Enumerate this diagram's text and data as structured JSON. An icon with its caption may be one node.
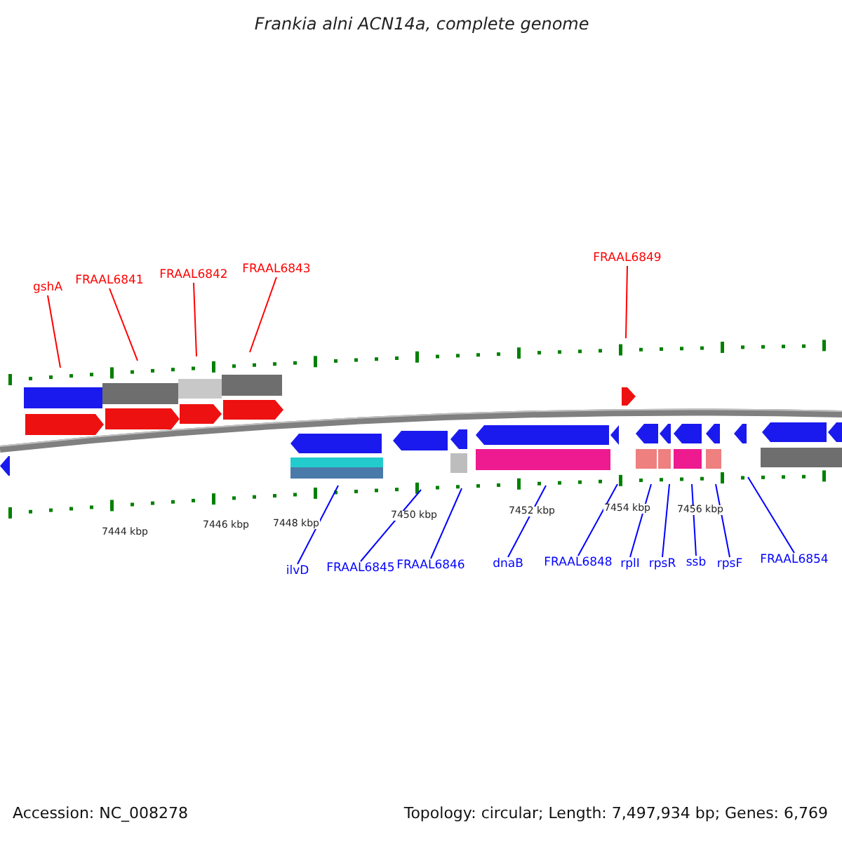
{
  "diagram": {
    "title": "Frankia alni ACN14a, complete genome",
    "nodes": [
      {
        "text": [
          "gshA"
        ]
      },
      {
        "text": [
          "FRAAL6841"
        ]
      },
      {
        "text": [
          "FRAAL6842"
        ]
      },
      {
        "text": [
          "FRAAL6843"
        ]
      },
      {
        "text": [
          "FRAAL6849"
        ]
      },
      {
        "text": [
          "ilvD"
        ]
      },
      {
        "text": [
          "FRAAL6845"
        ]
      },
      {
        "text": [
          "FRAAL6846"
        ]
      },
      {
        "text": [
          "dnaB"
        ]
      },
      {
        "text": [
          "FRAAL6848"
        ]
      },
      {
        "text": [
          "rplI"
        ]
      },
      {
        "text": [
          "rpsR"
        ]
      },
      {
        "text": [
          "ssb"
        ]
      },
      {
        "text": [
          "rpsF"
        ]
      },
      {
        "text": [
          "FRAAL6854"
        ]
      }
    ],
    "edges": [
      {
        "from": 0,
        "to": null,
        "arrow": "none",
        "color": "#ff0000"
      },
      {
        "from": 1,
        "to": null,
        "arrow": "none",
        "color": "#ff0000"
      },
      {
        "from": 2,
        "to": null,
        "arrow": "none",
        "color": "#ff0000"
      },
      {
        "from": 3,
        "to": null,
        "arrow": "none",
        "color": "#ff0000"
      },
      {
        "from": 4,
        "to": null,
        "arrow": "none",
        "color": "#ff0000"
      },
      {
        "from": 5,
        "to": null,
        "arrow": "none"
      },
      {
        "from": 6,
        "to": null,
        "arrow": "none"
      },
      {
        "from": 7,
        "to": null,
        "arrow": "none"
      },
      {
        "from": 8,
        "to": null,
        "arrow": "none"
      },
      {
        "from": 9,
        "to": null,
        "arrow": "none"
      },
      {
        "from": 10,
        "to": null,
        "arrow": "none"
      },
      {
        "from": 11,
        "to": null,
        "arrow": "none"
      },
      {
        "from": 12,
        "to": null,
        "arrow": "none"
      },
      {
        "from": 13,
        "to": null,
        "arrow": "none"
      },
      {
        "from": 14,
        "to": null,
        "arrow": "none"
      }
    ],
    "labels": [
      "7444 kbp",
      "7446 kbp",
      "7448 kbp",
      "7450 kbp",
      "7452 kbp",
      "7454 kbp",
      "7456 kbp",
      "Accession: NC_008278",
      "Topology: circular; Length: 7,497,934 bp; Genes: 6,769"
    ]
  }
}
